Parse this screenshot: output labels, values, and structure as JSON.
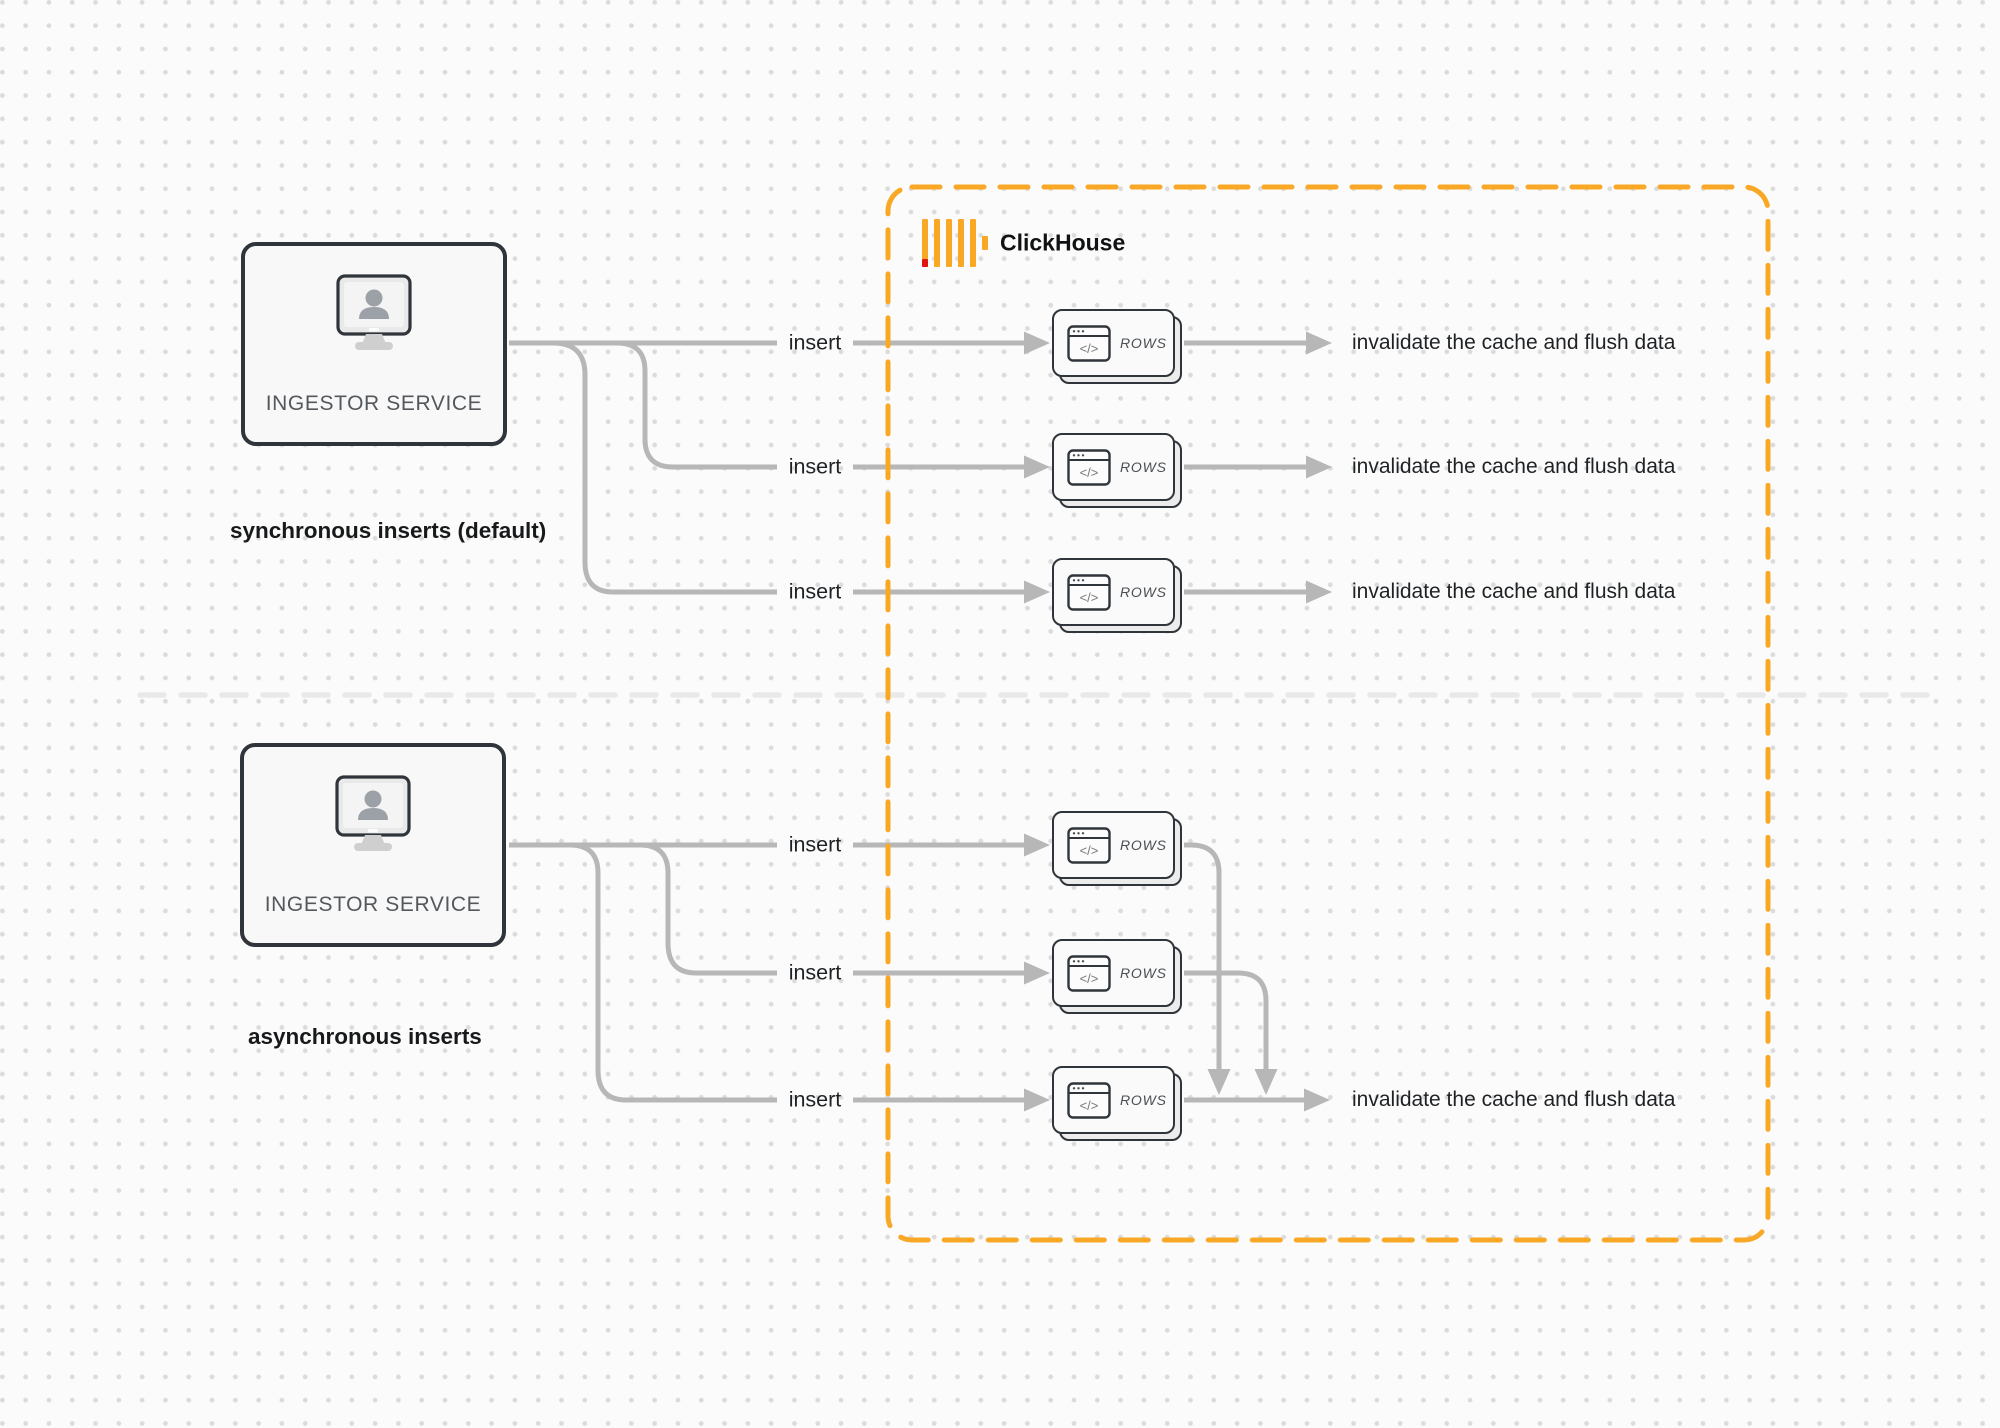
{
  "colors": {
    "bg": "#FBFBFB",
    "dot": "#DBDBDB",
    "accent_orange": "#F9A826",
    "brand_red": "#E01410",
    "line_gray": "#B7B7B7",
    "divider_gray": "#E9E9E9",
    "border_dark": "#2F353A",
    "card_bg": "#FAFAFA",
    "card_back_bg": "#ECECEC",
    "panel_bg": "#F8F8F8",
    "text_dark": "#1F2225",
    "text_gray": "#54585D",
    "icon_gray": "#9BA1A6"
  },
  "clickhouse": {
    "label": "ClickHouse"
  },
  "labels": {
    "ingestor_service": "INGESTOR SERVICE",
    "code_glyph": "</>"
  },
  "sections": {
    "sync": {
      "caption": "synchronous inserts (default)",
      "rows": [
        {
          "insert": "insert",
          "card": "ROWS",
          "result": "invalidate the cache and flush data"
        },
        {
          "insert": "insert",
          "card": "ROWS",
          "result": "invalidate the cache and flush data"
        },
        {
          "insert": "insert",
          "card": "ROWS",
          "result": "invalidate the cache and flush data"
        }
      ]
    },
    "async": {
      "caption": "asynchronous inserts",
      "rows": [
        {
          "insert": "insert",
          "card": "ROWS"
        },
        {
          "insert": "insert",
          "card": "ROWS"
        },
        {
          "insert": "insert",
          "card": "ROWS",
          "result": "invalidate the cache and flush data"
        }
      ]
    }
  }
}
